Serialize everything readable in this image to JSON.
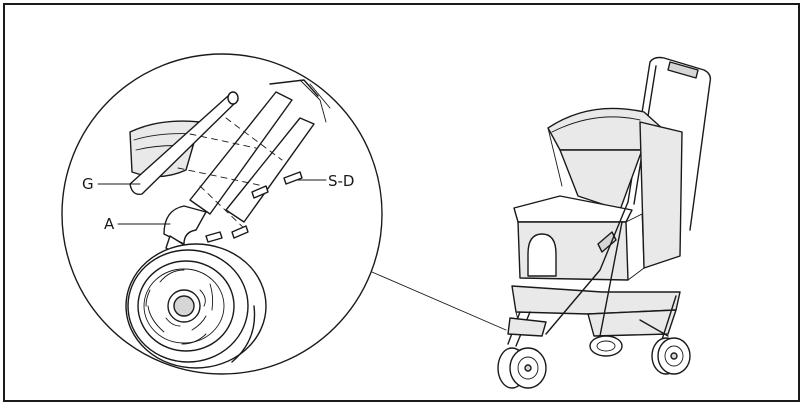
{
  "diagram": {
    "labels": {
      "g": "G",
      "a": "A",
      "sd": "S-D"
    }
  }
}
